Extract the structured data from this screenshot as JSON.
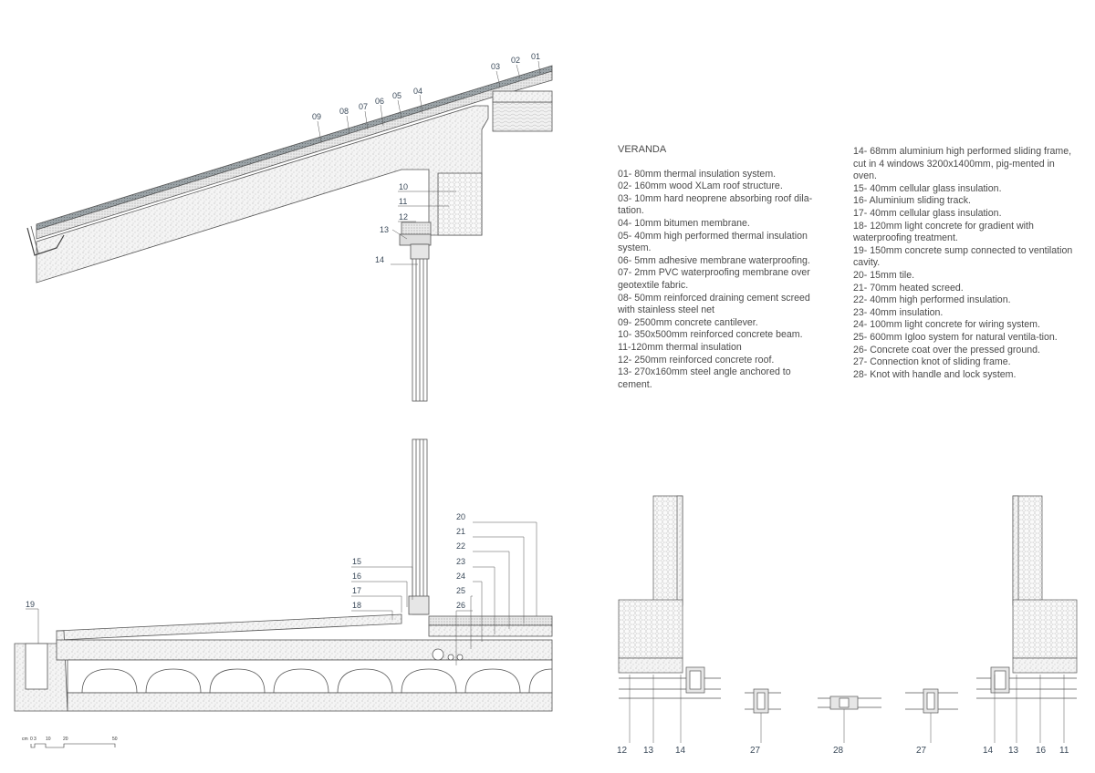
{
  "legend": {
    "title": "VERANDA",
    "left_items": [
      "01- 80mm thermal insulation system.",
      "02- 160mm wood XLam roof structure.",
      "03- 10mm hard neoprene absorbing roof dila-tation.",
      "04- 10mm bitumen membrane.",
      "05- 40mm high performed thermal insulation system.",
      "06- 5mm adhesive membrane waterproofing.",
      "07- 2mm PVC waterproofing membrane over geotextile fabric.",
      "08- 50mm reinforced draining cement screed with stainless steel net",
      "09- 2500mm concrete cantilever.",
      "10- 350x500mm reinforced concrete beam.",
      "11-120mm thermal insulation",
      "12- 250mm reinforced concrete roof.",
      "13- 270x160mm steel angle anchored to cement."
    ],
    "right_items": [
      "14- 68mm aluminium high performed sliding frame, cut in 4 windows 3200x1400mm, pig-mented in oven.",
      "15- 40mm cellular glass insulation.",
      "16- Aluminium sliding track.",
      "17- 40mm cellular glass insulation.",
      "18- 120mm light concrete for gradient with waterproofing treatment.",
      "19- 150mm concrete sump connected to ventilation cavity.",
      "20- 15mm tile.",
      "21- 70mm heated screed.",
      "22- 40mm high performed insulation.",
      "23- 40mm insulation.",
      "24- 100mm light concrete for wiring system.",
      "25- 600mm Igloo system for natural ventila-tion.",
      "26- Concrete coat over the pressed ground.",
      "27- Connection knot of sliding frame.",
      "28- Knot with handle and lock system."
    ]
  },
  "roof_labels": {
    "l01": "01",
    "l02": "02",
    "l03": "03",
    "l04": "04",
    "l05": "05",
    "l06": "06",
    "l07": "07",
    "l08": "08",
    "l09": "09",
    "l10": "10",
    "l11": "11",
    "l12": "12",
    "l13": "13",
    "l14": "14"
  },
  "floor_labels": {
    "l15": "15",
    "l16": "16",
    "l17": "17",
    "l18": "18",
    "l19": "19",
    "l20": "20",
    "l21": "21",
    "l22": "22",
    "l23": "23",
    "l24": "24",
    "l25": "25",
    "l26": "26"
  },
  "plan_labels": {
    "b12": "12",
    "b13a": "13",
    "b14a": "14",
    "b27a": "27",
    "b28": "28",
    "b27b": "27",
    "b14b": "14",
    "b13b": "13",
    "b16": "16",
    "b11": "11"
  },
  "scale_bar": {
    "unit": "cm",
    "t0": "0",
    "t3": "3",
    "t10": "10",
    "t20": "20",
    "t50": "50"
  }
}
